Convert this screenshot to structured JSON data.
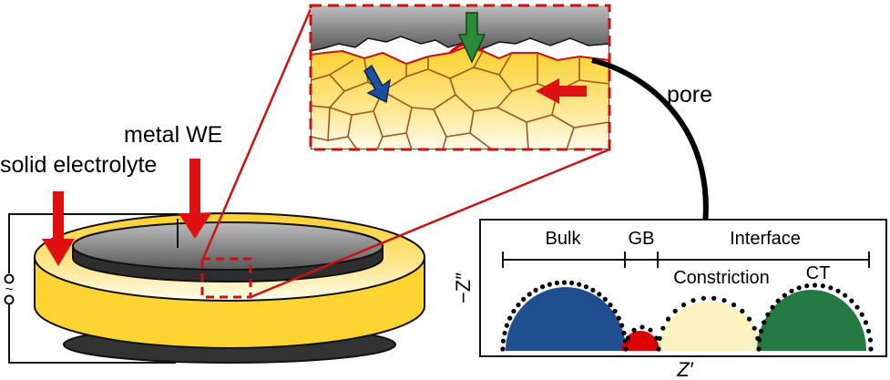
{
  "labels": {
    "metal_we": "metal WE",
    "solid_electrolyte": "solid electrolyte",
    "pore": "pore",
    "ac_source": "~"
  },
  "impedance_plot": {
    "regions": [
      "Bulk",
      "GB",
      "Interface"
    ],
    "sub_regions": [
      "Constriction",
      "CT"
    ],
    "y_axis_label": "−Z″",
    "x_axis_label": "Z′"
  },
  "colors": {
    "electrolyte": "#fcd434",
    "electrode": "#3a3a3a",
    "magnifier": "#cc1111",
    "bulk_arc": "#1f4e91",
    "gb_arc": "#dd0000",
    "constriction_arc": "#fbf2c0",
    "ct_arc": "#257a44"
  }
}
